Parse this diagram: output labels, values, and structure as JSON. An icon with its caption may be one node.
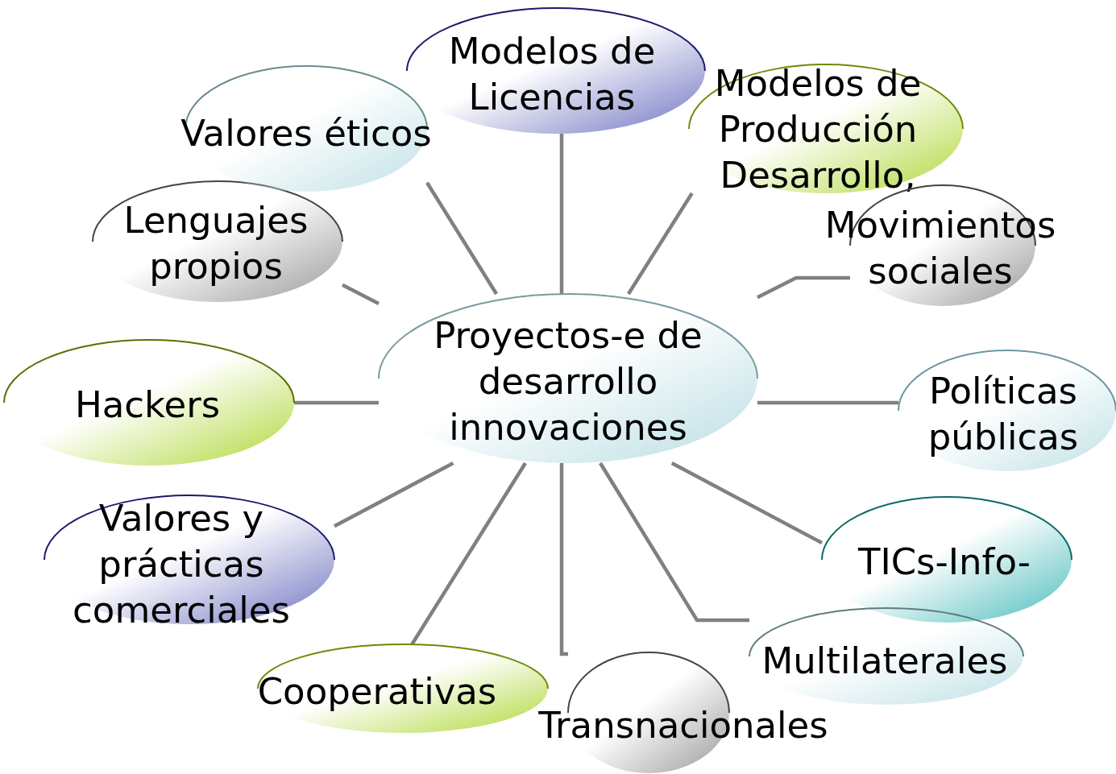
{
  "diagram": {
    "nodes": [
      {
        "text": [
          "Proyectos-e de desarrollo innovaciones"
        ]
      },
      {
        "text": [
          "Modelos de Licencias"
        ]
      },
      {
        "text": [
          "Modelos de Producción Desarrollo,"
        ]
      },
      {
        "text": [
          "Movimientos sociales"
        ]
      },
      {
        "text": [
          "Políticas públicas"
        ]
      },
      {
        "text": [
          "TICs-Info-"
        ]
      },
      {
        "text": [
          "Multilaterales"
        ]
      },
      {
        "text": [
          "Transnacionales"
        ]
      },
      {
        "text": [
          "Cooperativas"
        ]
      },
      {
        "text": [
          "Valores y prácticas comerciales"
        ]
      },
      {
        "text": [
          "Hackers"
        ]
      },
      {
        "text": [
          "Lenguajes propios"
        ]
      },
      {
        "text": [
          "Valores éticos"
        ]
      }
    ],
    "edges": [
      {
        "from": 0,
        "to": 1,
        "arrow": "none"
      },
      {
        "from": 0,
        "to": 2,
        "arrow": "none"
      },
      {
        "from": 0,
        "to": 3,
        "arrow": "none"
      },
      {
        "from": 0,
        "to": 4,
        "arrow": "none"
      },
      {
        "from": 0,
        "to": 5,
        "arrow": "none"
      },
      {
        "from": 0,
        "to": 6,
        "arrow": "none"
      },
      {
        "from": 0,
        "to": 7,
        "arrow": "none"
      },
      {
        "from": 0,
        "to": 8,
        "arrow": "none"
      },
      {
        "from": 0,
        "to": 9,
        "arrow": "none"
      },
      {
        "from": 0,
        "to": 10,
        "arrow": "none"
      },
      {
        "from": 0,
        "to": 11,
        "arrow": "none"
      },
      {
        "from": 0,
        "to": 12,
        "arrow": "none"
      }
    ]
  }
}
